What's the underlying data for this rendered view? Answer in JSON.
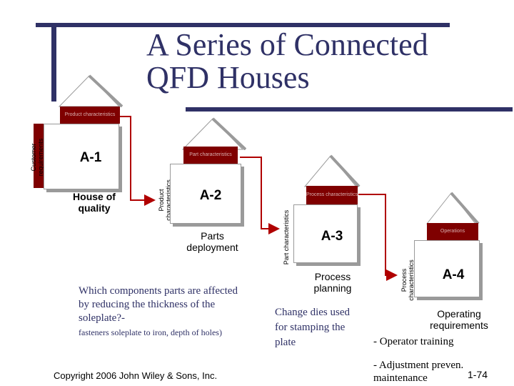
{
  "title": {
    "line1": "A Series of Connected",
    "line2": "QFD Houses"
  },
  "houses": [
    {
      "id": "A-1",
      "label": "A-1",
      "side_label": "Customer requirements",
      "top_box": "Product characteristics",
      "caption": "House of quality"
    },
    {
      "id": "A-2",
      "label": "A-2",
      "side_label": "Product characteristics",
      "top_box": "Part characteristics",
      "caption": "Parts deployment"
    },
    {
      "id": "A-3",
      "label": "A-3",
      "side_label": "Part characteristics",
      "top_box": "Process characteristics",
      "caption": "Process planning"
    },
    {
      "id": "A-4",
      "label": "A-4",
      "side_label": "Process characteristics",
      "top_box": "Operations",
      "caption": "Operating requirements"
    }
  ],
  "notes": {
    "question_main": "Which components parts are affected by reducing the thickness of the soleplate?-",
    "question_sub": "fasteners soleplate to iron, depth of holes)",
    "change_dies": "Change dies used for stamping the plate",
    "operator_training": "- Operator training",
    "adjustment": "- Adjustment preven. maintenance"
  },
  "footer": {
    "copyright": "Copyright 2006 John Wiley & Sons, Inc.",
    "page": "1-74"
  },
  "colors": {
    "title": "#2f3166",
    "bars": "#2f3166",
    "maroon": "#7f0000",
    "arrow": "#b00000",
    "shadow": "#9a9a9a"
  }
}
